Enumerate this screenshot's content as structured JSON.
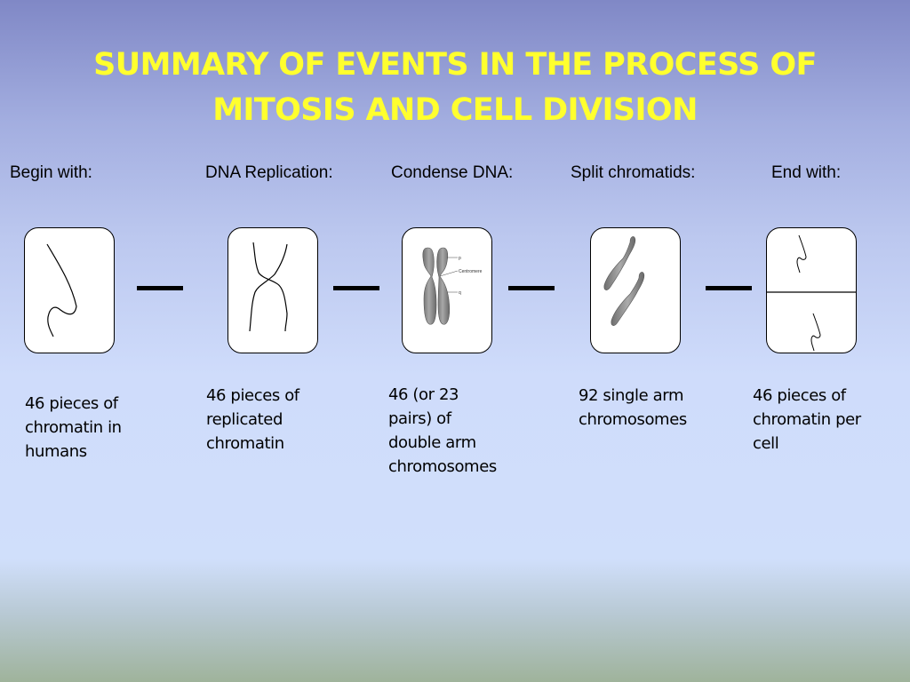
{
  "title_line1": "SUMMARY OF EVENTS IN THE PROCESS OF",
  "title_line2": "MITOSIS AND CELL DIVISION",
  "steps": [
    {
      "label": "Begin with:",
      "description": [
        "46 pieces of",
        "chromatin in",
        "humans"
      ]
    },
    {
      "label": "DNA Replication:",
      "description": [
        "46 pieces of",
        "replicated",
        "chromatin"
      ]
    },
    {
      "label": "Condense DNA:",
      "description": [
        "46 (or 23",
        "pairs) of",
        "double arm",
        "chromosomes"
      ]
    },
    {
      "label": "Split chromatids:",
      "description": [
        "92 single arm",
        "chromosomes"
      ]
    },
    {
      "label": "End with:",
      "description": [
        "46 pieces of",
        "chromatin per",
        "cell"
      ]
    }
  ],
  "chromosome_labels": {
    "p": "p",
    "centromere": "Centromere",
    "q": "q"
  },
  "colors": {
    "title": "#ffff2e",
    "chromosome": "#8a8a8a"
  }
}
